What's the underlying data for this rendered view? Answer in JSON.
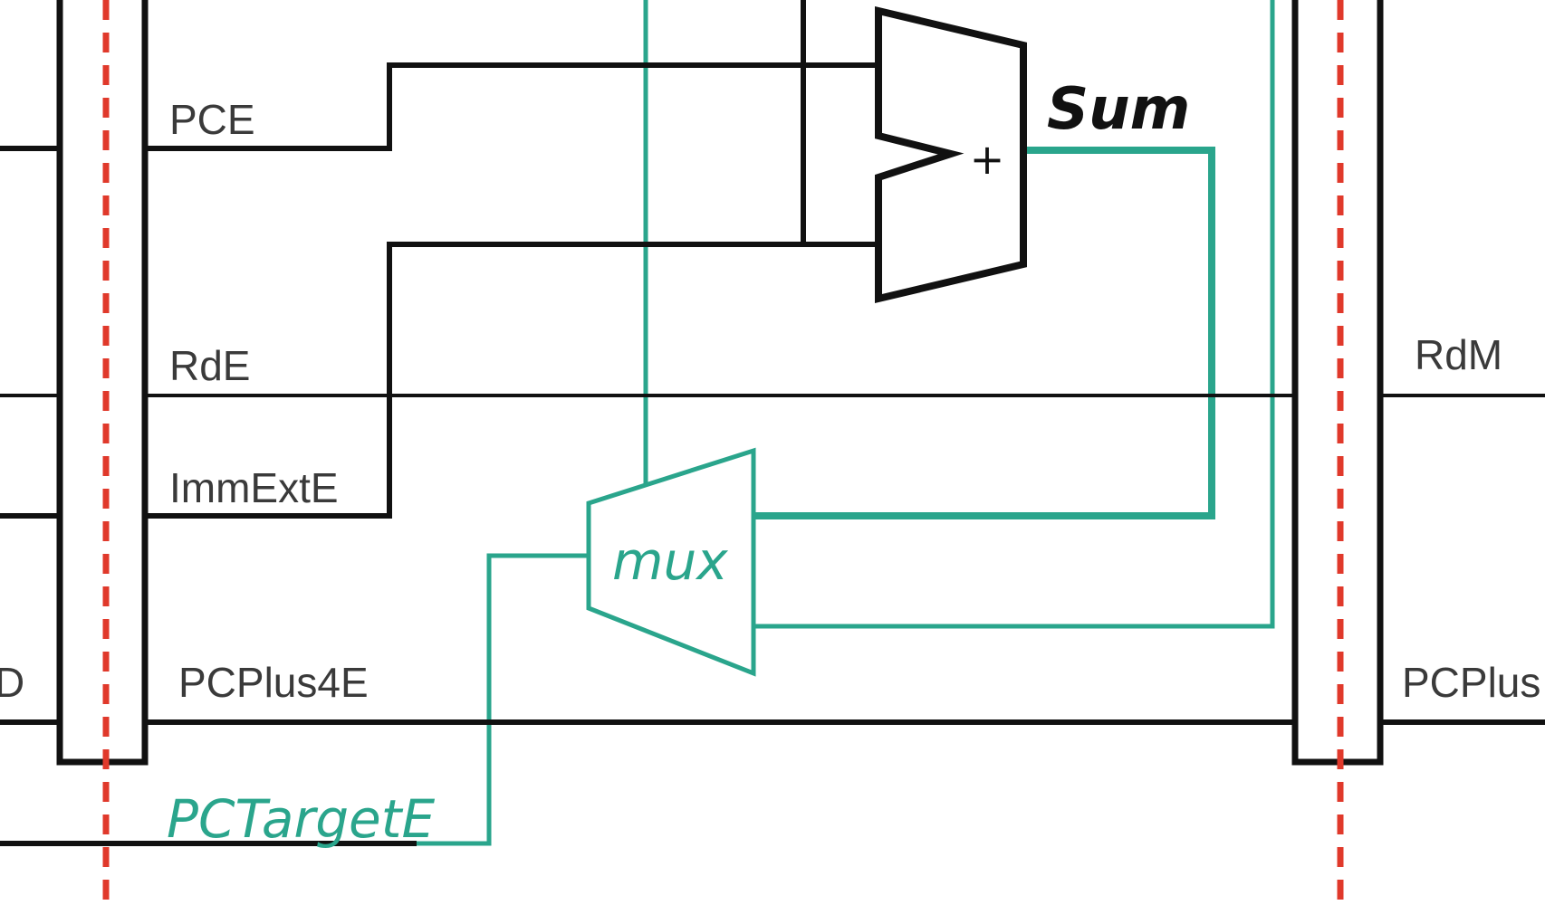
{
  "signals": {
    "pce": "PCE",
    "rde": "RdE",
    "immexte": "ImmExtE",
    "pcplus4e": "PCPlus4E",
    "rdm": "RdM",
    "pcplus_partial": "PCPlus",
    "d_left": "D",
    "pctargete": "PCTargetE"
  },
  "adder": {
    "symbol": "+"
  },
  "annotations": {
    "sum": "Sum",
    "mux": "mux"
  },
  "colors": {
    "wire": "#111111",
    "annotation": "#2aa58c",
    "pipeline_boundary": "#e0392b"
  }
}
